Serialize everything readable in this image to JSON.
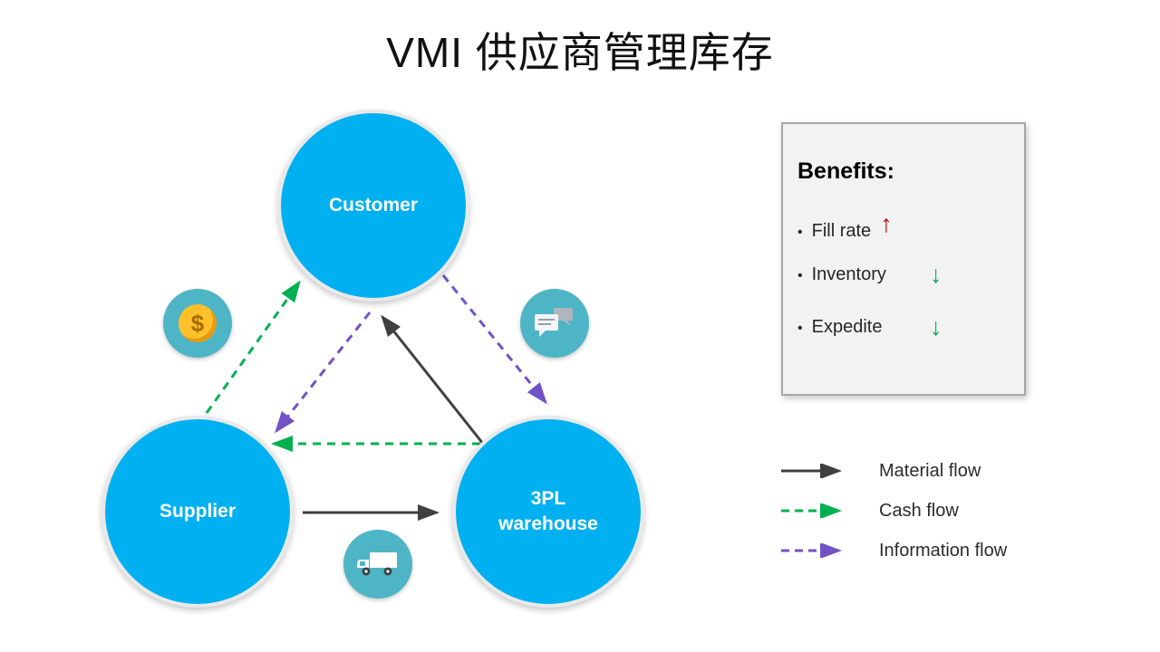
{
  "title": "VMI 供应商管理库存",
  "nodes": {
    "customer": {
      "label": "Customer"
    },
    "supplier": {
      "label": "Supplier"
    },
    "warehouse": {
      "label_line1": "3PL",
      "label_line2": "warehouse"
    }
  },
  "icons": {
    "dollar_symbol": "$",
    "left_icon": "dollar-coin",
    "right_icon": "chat-messages",
    "bottom_icon": "delivery-truck",
    "icon_background": "#4EB5C6"
  },
  "benefits": {
    "heading": "Benefits:",
    "bullet": "•",
    "items": [
      {
        "label": "Fill rate",
        "arrow": "↑",
        "direction": "up",
        "color": "#C00000"
      },
      {
        "label": "Inventory",
        "arrow": "↓",
        "direction": "down",
        "color": "#00B050"
      },
      {
        "label": "Expedite",
        "arrow": "↓",
        "direction": "down",
        "color": "#00B050"
      }
    ]
  },
  "legend": {
    "items": [
      {
        "label": "Material flow",
        "style": "solid",
        "color": "#404040"
      },
      {
        "label": "Cash flow",
        "style": "dashed",
        "color": "#00B050"
      },
      {
        "label": "Information flow",
        "style": "dashed",
        "color": "#7352C6"
      }
    ]
  },
  "flows": [
    {
      "name": "material",
      "from": "Supplier",
      "to": "3PL warehouse",
      "color": "#404040"
    },
    {
      "name": "material",
      "from": "3PL warehouse",
      "to": "Customer",
      "color": "#404040"
    },
    {
      "name": "cash",
      "from": "Supplier",
      "to": "Customer",
      "color": "#00B050"
    },
    {
      "name": "cash",
      "from": "3PL warehouse",
      "to": "Supplier",
      "color": "#00B050"
    },
    {
      "name": "information",
      "from": "Customer",
      "to": "Supplier",
      "color": "#7352C6"
    },
    {
      "name": "information",
      "from": "Customer",
      "to": "3PL warehouse",
      "color": "#7352C6"
    }
  ],
  "colors": {
    "node_fill": "#00B0F0",
    "benefits_bg": "#F2F2F2",
    "benefits_border": "#A6A6A6"
  }
}
